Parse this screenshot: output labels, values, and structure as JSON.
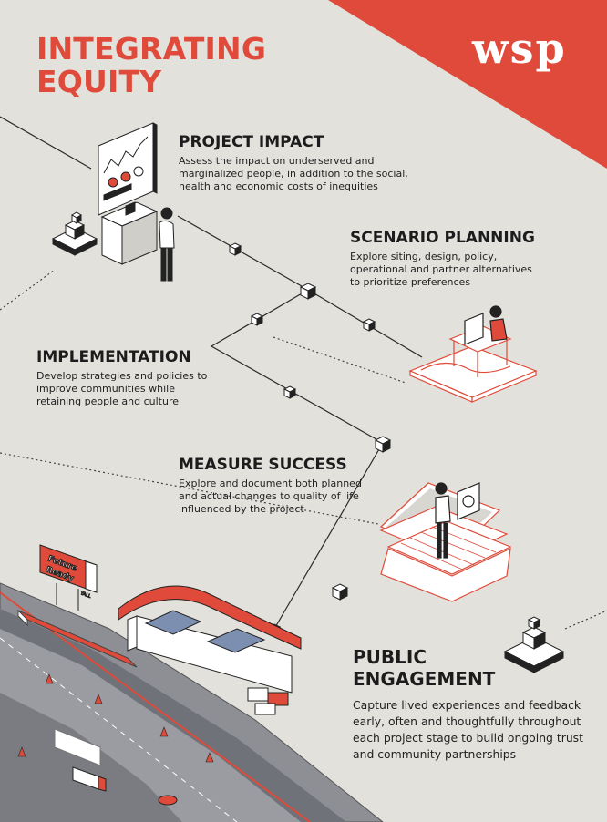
{
  "title": {
    "line1": "INTEGRATING",
    "line2": "EQUITY"
  },
  "logo": "wsp",
  "colors": {
    "accent": "#e04a3a",
    "background": "#e3e1dc",
    "dark": "#222222"
  },
  "sections": [
    {
      "heading": "PROJECT IMPACT",
      "body_lines": [
        "Assess the impact on underserved and",
        "marginalized people, in addition to the social,",
        "health and economic costs of inequities"
      ]
    },
    {
      "heading": "SCENARIO PLANNING",
      "body_lines": [
        "Explore siting, design, policy,",
        "operational and partner alternatives",
        "to prioritize preferences"
      ]
    },
    {
      "heading": "IMPLEMENTATION",
      "body_lines": [
        "Develop strategies and policies to",
        "improve communities while",
        "retaining people and culture"
      ]
    },
    {
      "heading": "MEASURE SUCCESS",
      "body_lines": [
        "Explore and document both planned",
        "and actual changes to quality of life",
        "influenced by the project"
      ]
    },
    {
      "heading_lines": [
        "PUBLIC",
        "ENGAGEMENT"
      ],
      "body_lines": [
        "Capture lived experiences and feedback",
        "early, often and thoughtfully throughout",
        "each project stage to build ongoing trust",
        "and community partnerships"
      ]
    }
  ],
  "billboard": {
    "line1": "Future",
    "line2": "Ready",
    "tag": "YALL"
  },
  "icons": [
    "analytics-board-icon",
    "person-icon",
    "stacked-cubes-icon",
    "desk-workstation-icon",
    "laptop-icon",
    "transit-station-icon",
    "billboard-icon",
    "truck-icon",
    "car-icon",
    "traffic-cone-icon"
  ]
}
